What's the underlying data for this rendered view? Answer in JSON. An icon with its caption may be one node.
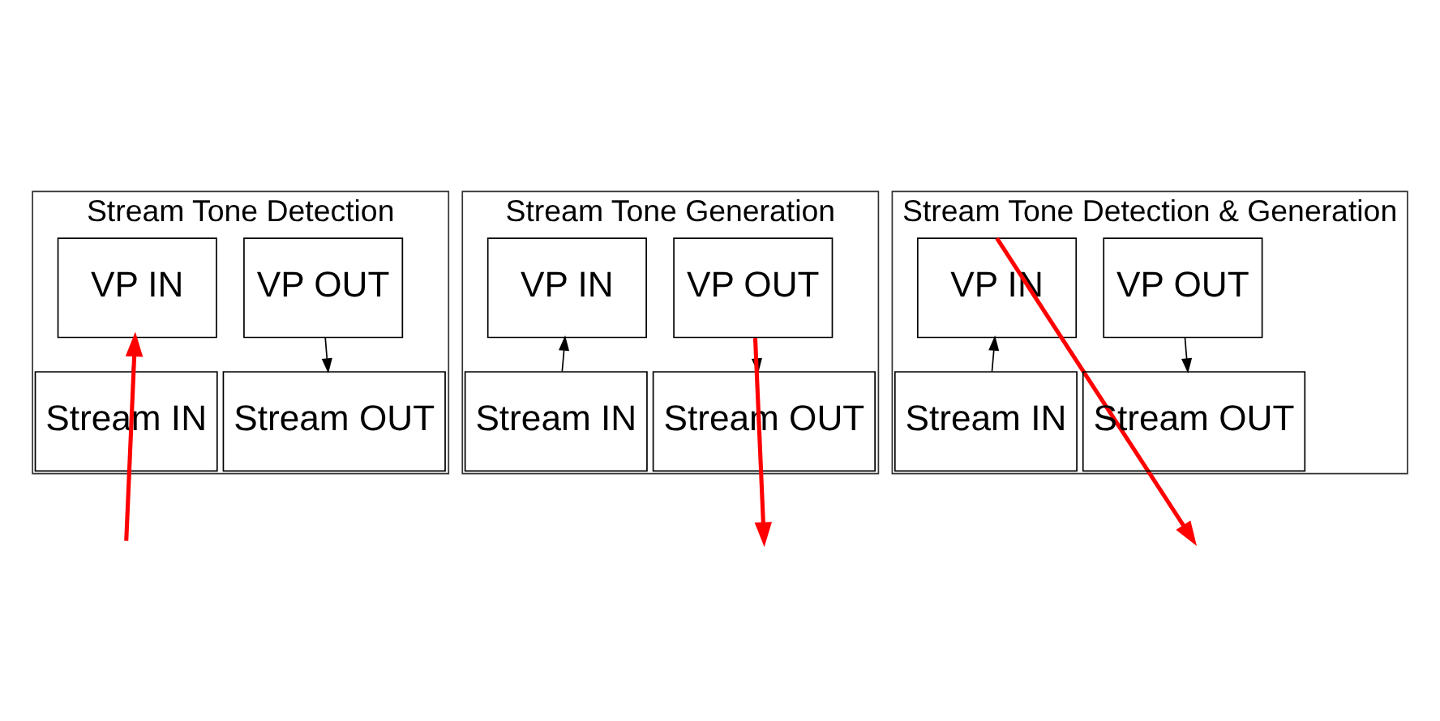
{
  "diagram": {
    "nodes": [
      {
        "text": [
          "Stream Tone Detection"
        ]
      },
      {
        "text": [
          "VP IN"
        ],
        "in": 0
      },
      {
        "text": [
          "VP OUT"
        ],
        "in": 0
      },
      {
        "text": [
          "Stream IN"
        ],
        "in": 0
      },
      {
        "text": [
          "Stream OUT"
        ],
        "in": 0
      },
      {
        "text": [
          "Stream Tone Generation"
        ]
      },
      {
        "text": [
          "VP IN"
        ],
        "in": 5
      },
      {
        "text": [
          "VP OUT"
        ],
        "in": 5
      },
      {
        "text": [
          "Stream IN"
        ],
        "in": 5
      },
      {
        "text": [
          "Stream OUT"
        ],
        "in": 5
      },
      {
        "text": [
          "Stream Tone Detection & Generation"
        ]
      },
      {
        "text": [
          "VP IN"
        ],
        "in": 10
      },
      {
        "text": [
          "VP OUT"
        ],
        "in": 10
      },
      {
        "text": [
          "Stream IN"
        ],
        "in": 10
      },
      {
        "text": [
          "Stream OUT"
        ],
        "in": 10
      }
    ],
    "edges": [
      {
        "from": 3,
        "to": 1,
        "arrow": "to"
      },
      {
        "from": 2,
        "to": 4,
        "arrow": "to"
      },
      {
        "from": null,
        "to": 1,
        "arrow": "to",
        "style": "thick",
        "color": "#ff0000"
      },
      {
        "from": 8,
        "to": 6,
        "arrow": "to"
      },
      {
        "from": 7,
        "to": 9,
        "arrow": "to"
      },
      {
        "from": 7,
        "to": null,
        "arrow": "to",
        "style": "thick",
        "color": "#ff0000"
      },
      {
        "from": 13,
        "to": 11,
        "arrow": "to"
      },
      {
        "from": 12,
        "to": 14,
        "arrow": "to"
      },
      {
        "from": 11,
        "to": null,
        "arrow": "to",
        "style": "thick",
        "color": "#ff0000"
      }
    ]
  }
}
